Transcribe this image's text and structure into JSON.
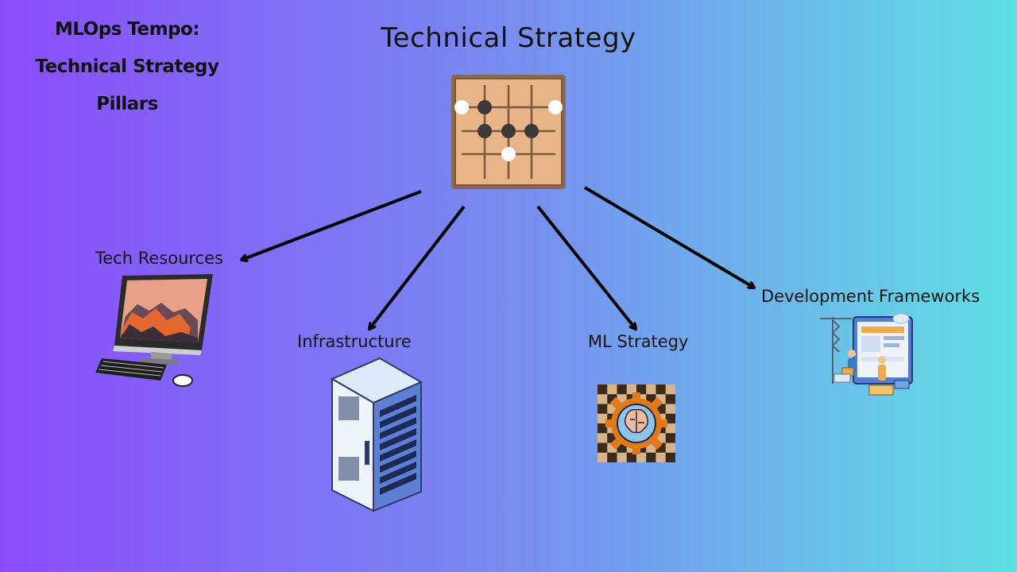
{
  "slide_title": "MLOps Tempo:\nTechnical Strategy\nPillars",
  "main_title": "Technical Strategy",
  "pillars": [
    {
      "label": "Tech Resources",
      "icon": "desktop-computer-icon"
    },
    {
      "label": "Infrastructure",
      "icon": "server-rack-icon"
    },
    {
      "label": "ML Strategy",
      "icon": "brain-gear-chessboard-icon"
    },
    {
      "label": "Development Frameworks",
      "icon": "developers-at-screen-icon"
    }
  ],
  "central_icon": "go-board-icon"
}
